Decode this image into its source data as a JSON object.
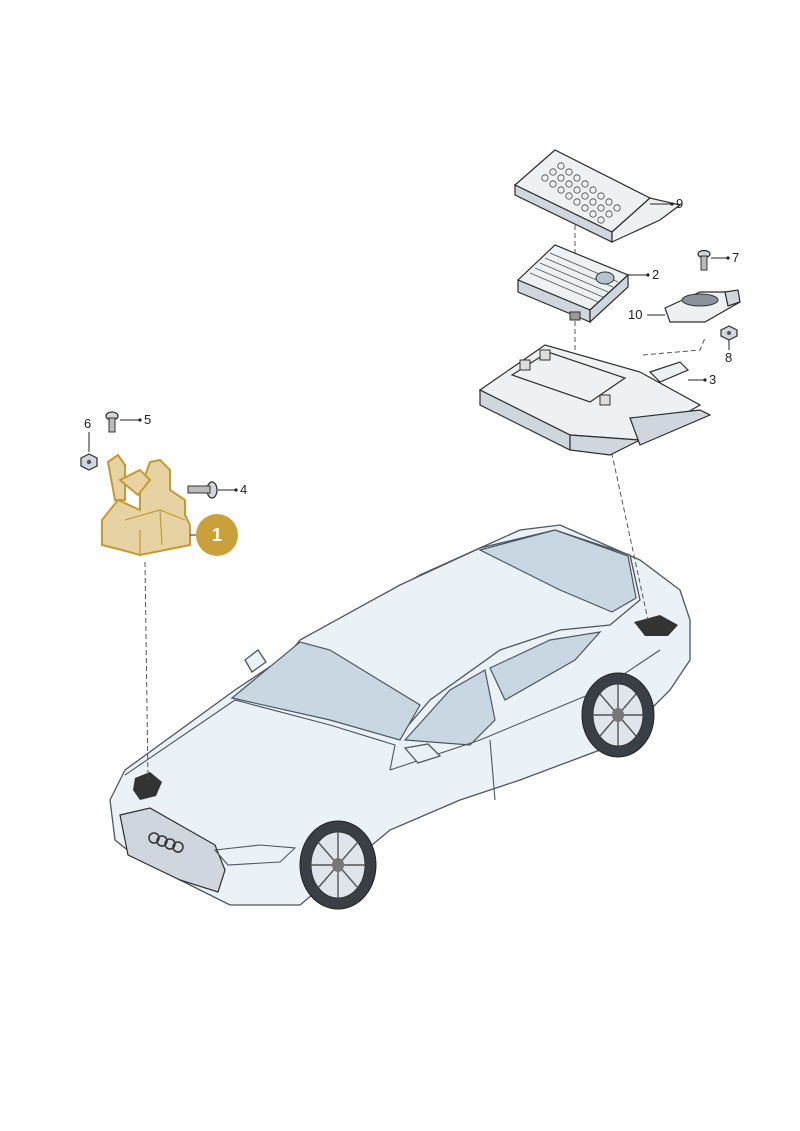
{
  "callouts": [
    {
      "id": "part-1",
      "label": "1",
      "highlighted": true
    },
    {
      "id": "part-2",
      "label": "2"
    },
    {
      "id": "part-3",
      "label": "3"
    },
    {
      "id": "part-4",
      "label": "4"
    },
    {
      "id": "part-5",
      "label": "5"
    },
    {
      "id": "part-6",
      "label": "6"
    },
    {
      "id": "part-7",
      "label": "7"
    },
    {
      "id": "part-8",
      "label": "8"
    },
    {
      "id": "part-9",
      "label": "9"
    },
    {
      "id": "part-10",
      "label": "10"
    }
  ],
  "colors": {
    "highlight_badge": "#c9a03a",
    "highlight_part": "#e7d2a3",
    "line": "#2c2c2c"
  }
}
